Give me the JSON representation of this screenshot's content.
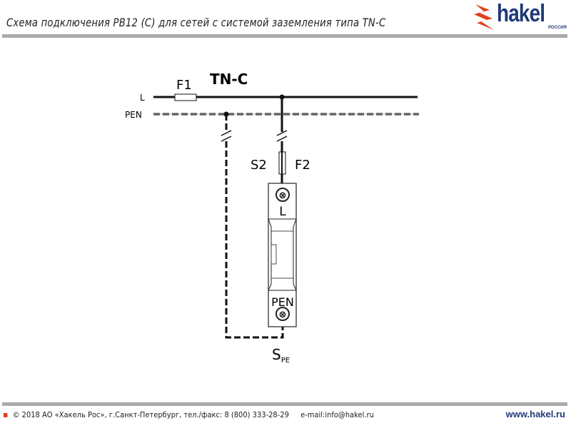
{
  "header": {
    "title": "Схема подключения PB12 (C) для сетей с системой заземления типа TN-C",
    "logo_text": "hakel",
    "logo_sub": "РОССИЯ"
  },
  "diagram": {
    "system_label": "TN-C",
    "line_L": "L",
    "line_PEN": "PEN",
    "fuse1": "F1",
    "fuse2": "F2",
    "switch": "S2",
    "terminal_top": "L",
    "terminal_bottom": "PEN",
    "ground_S": "S",
    "ground_sub": "PE"
  },
  "footer": {
    "copyright": "© 2018 АО «Хакель Рос», г.Санкт-Петербург, тел./факс: 8 (800) 333-28-29",
    "email": "e-mail:info@hakel.ru",
    "website": "www.hakel.ru"
  },
  "colors": {
    "brand": "#1f3a78",
    "accent": "#e0401c"
  }
}
